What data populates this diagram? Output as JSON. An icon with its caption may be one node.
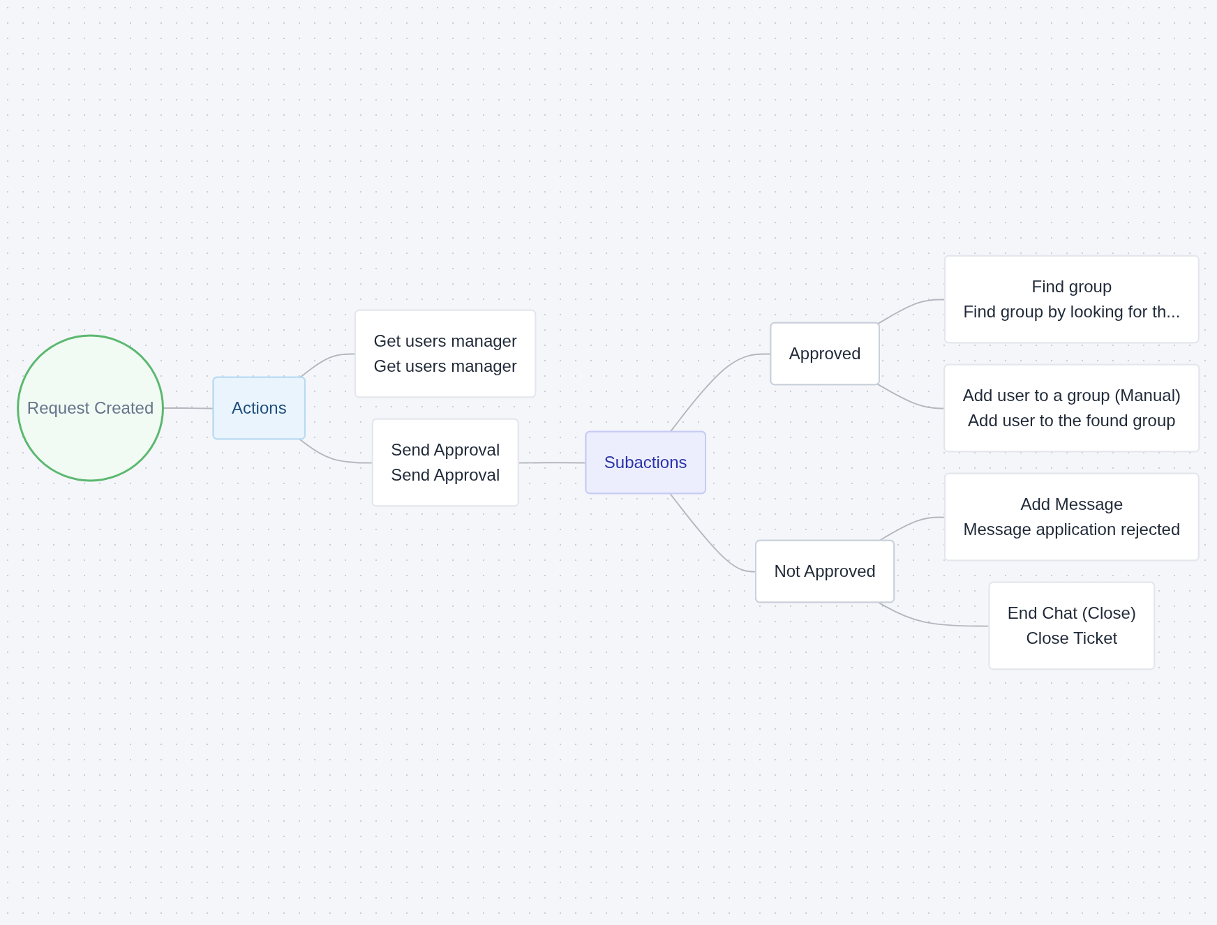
{
  "diagram": {
    "nodes": [
      {
        "text": [
          "Request Created"
        ]
      },
      {
        "text": [
          "Actions"
        ]
      },
      {
        "text": [
          "Get users manager",
          "Get users manager"
        ]
      },
      {
        "text": [
          "Send Approval",
          "Send Approval"
        ]
      },
      {
        "text": [
          "Subactions"
        ]
      },
      {
        "text": [
          "Approved"
        ]
      },
      {
        "text": [
          "Find group",
          "Find group by looking for th..."
        ]
      },
      {
        "text": [
          "Add user to a group (Manual)",
          "Add user to the found group"
        ]
      },
      {
        "text": [
          "Not Approved"
        ]
      },
      {
        "text": [
          "Add Message",
          "Message application rejected"
        ]
      },
      {
        "text": [
          "End Chat (Close)",
          "Close Ticket"
        ]
      }
    ],
    "edges": [
      {
        "from": 0,
        "to": 1,
        "arrow": "none"
      },
      {
        "from": 1,
        "to": 2,
        "arrow": "none"
      },
      {
        "from": 1,
        "to": 3,
        "arrow": "none"
      },
      {
        "from": 3,
        "to": 4,
        "arrow": "none"
      },
      {
        "from": 4,
        "to": 5,
        "arrow": "none"
      },
      {
        "from": 5,
        "to": 6,
        "arrow": "none"
      },
      {
        "from": 5,
        "to": 7,
        "arrow": "none"
      },
      {
        "from": 4,
        "to": 8,
        "arrow": "none"
      },
      {
        "from": 8,
        "to": 9,
        "arrow": "none"
      },
      {
        "from": 8,
        "to": 10,
        "arrow": "none"
      }
    ]
  }
}
